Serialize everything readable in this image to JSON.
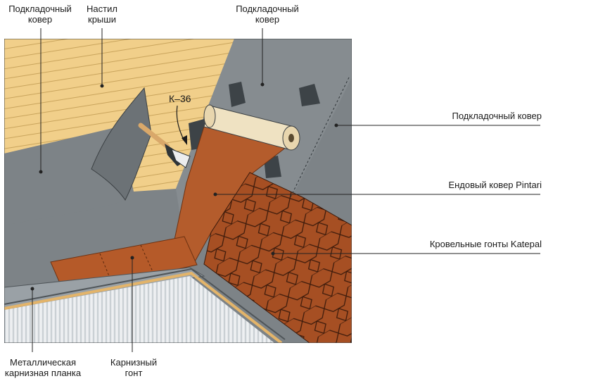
{
  "labels": {
    "underlay_left_line1": "Подкладочный",
    "underlay_left_line2": "ковер",
    "decking_line1": "Настил",
    "decking_line2": "крыши",
    "underlay_top_line1": "Подкладочный",
    "underlay_top_line2": "ковер",
    "underlay_right": "Подкладочный ковер",
    "valley_carpet": "Ендовый ковер Pintari",
    "shingles": "Кровельные гонты Katepal",
    "metal_strip_line1": "Металлическая",
    "metal_strip_line2": "карнизная планка",
    "eave_shingle_line1": "Карнизный",
    "eave_shingle_line2": "гонт",
    "mastic": "К–36"
  },
  "colors": {
    "decking": "#f1cf8a",
    "underlay": "#7d8387",
    "underlay_dark": "#4f5559",
    "valley": "#b45c2c",
    "shingle": "#a64f23",
    "fascia": "#dfe3e6",
    "roll": "#efe2c2",
    "leader": "#222222"
  }
}
